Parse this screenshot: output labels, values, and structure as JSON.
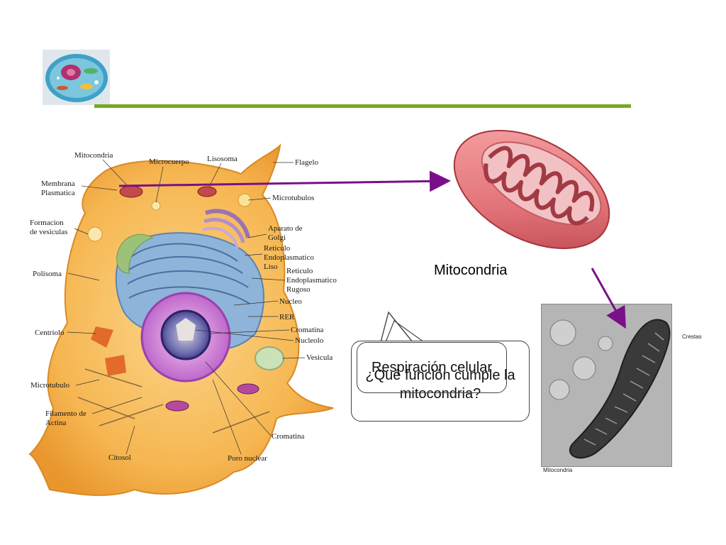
{
  "slide": {
    "accent_color": "#76a821",
    "arrow_color": "#7b0f8a"
  },
  "cell_labels": {
    "mitocondria": "Mitocondria",
    "microcuerpo": "Microcuerpo",
    "lisosoma": "Lisosoma",
    "flagelo": "Flagelo",
    "membrana": "Membrana\nPlasmatica",
    "microtubulos": "Microtubulos",
    "formacion": "Formacion\nde vesiculas",
    "golgi": "Aparato de\nGolgi",
    "rel": "Reticulo\nEndoplasmatico\nLiso",
    "polisoma": "Polisoma",
    "rer_text": "Reticulo\nEndoplasmatico\nRugoso",
    "nucleo": "Nucleo",
    "rer": "RER",
    "centriolo": "Centriolo",
    "cromatina_1": "Cromatina",
    "nucleolo": "Nucleolo",
    "vesicula": "Vesicula",
    "microtubulo": "Microtubulo",
    "filamento": "Filamento de\nActina",
    "citosol": "Citosol",
    "poro": "Poro nuclear",
    "cromatina_2": "Cromatina"
  },
  "mito_caption": "Mitocondria",
  "micrograph": {
    "crestas": "Crestas",
    "caption": "Mitocondria"
  },
  "callouts": {
    "question": "¿Qué función cumple la mitocondria?",
    "answer": "Respiración celular"
  }
}
